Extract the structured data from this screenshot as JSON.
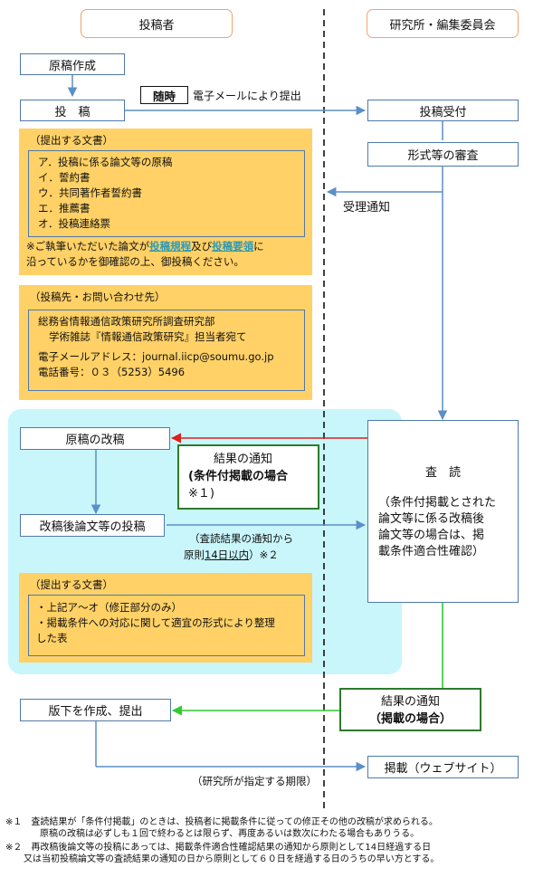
{
  "columns": {
    "left": "投稿者",
    "right": "研究所・編集委員会"
  },
  "left_steps": {
    "draft": "原稿作成",
    "submit": "投　稿",
    "revise": "原稿の改稿",
    "resubmit": "改稿後論文等の投稿",
    "final": "版下を作成、提出"
  },
  "right_steps": {
    "receive": "投稿受付",
    "check": "形式等の審査",
    "publish": "掲載（ウェブサイト）"
  },
  "submit_label": {
    "badge": "随時",
    "text": "電子メールにより提出"
  },
  "acceptance_label": "受理通知",
  "docs1": {
    "title": "（提出する文書）",
    "items": [
      "ア．投稿に係る論文等の原稿",
      "イ．誓約書",
      "ウ．共同著作者誓約書",
      "エ．推薦書",
      "オ．投稿連絡票"
    ],
    "note_pre": "※ご執筆いただいた論文が",
    "link1": "投稿規程",
    "note_mid": "及び",
    "link2": "投稿要領",
    "note_post": "に",
    "note_line2": "沿っているかを御確認の上、御投稿ください。"
  },
  "contact": {
    "title": "（投稿先・お問い合わせ先）",
    "line1": "総務省情報通信政策研究所調査研究部",
    "line2": "学術雑誌『情報通信政策研究』担当者宛て",
    "email": "電子メールアドレス：journal.iicp@soumu.go.jp",
    "phone": "電話番号：０３（5253）5496"
  },
  "review": {
    "title": "査　読",
    "desc1": "（条件付掲載とされた",
    "desc2": "論文等に係る改稿後",
    "desc3": "論文等の場合は、掲",
    "desc4": "載条件適合性確認）"
  },
  "notice_conditional": {
    "line1": "結果の通知",
    "line2": "(条件付掲載の場合",
    "line3": "※１)"
  },
  "notice_accepted": {
    "line1": "結果の通知",
    "line2": "（掲載の場合）"
  },
  "deadline": {
    "line1": "（査読結果の通知から",
    "line2_pre": "原則",
    "line2_und": "14日以内",
    "line2_post": "）※２"
  },
  "docs2": {
    "title": "（提出する文書）",
    "item1": "・上記ア～オ（修正部分のみ）",
    "item2": "・掲載条件への対応に関して適宜の形式により整理",
    "item3": "した表"
  },
  "institute_deadline": "（研究所が指定する期限）",
  "footnotes": {
    "n1a": "※１　査読結果が「条件付掲載」のときは、投稿者に掲載条件に従っての修正その他の改稿が求められる。",
    "n1b": "原稿の改稿は必ずしも１回で終わるとは限らず、再度あるいは数次にわたる場合もありうる。",
    "n2a": "※２　再改稿後論文等の投稿にあっては、掲載条件適合性確認結果の通知から原則として14日経過する日",
    "n2b": "又は当初投稿論文等の査読結果の通知の日から原則として６０日を経過する日のうちの早い方とする。"
  },
  "colors": {
    "box_border": "#4f79aa",
    "arrow_blue": "#5b8fc7",
    "arrow_red": "#e0201c",
    "arrow_green": "#2ecc2e",
    "note_bg": "#ffd166",
    "region_bg": "#c9f6fb",
    "header_border": "#f0a36a",
    "green_border": "#2d7a2d"
  }
}
